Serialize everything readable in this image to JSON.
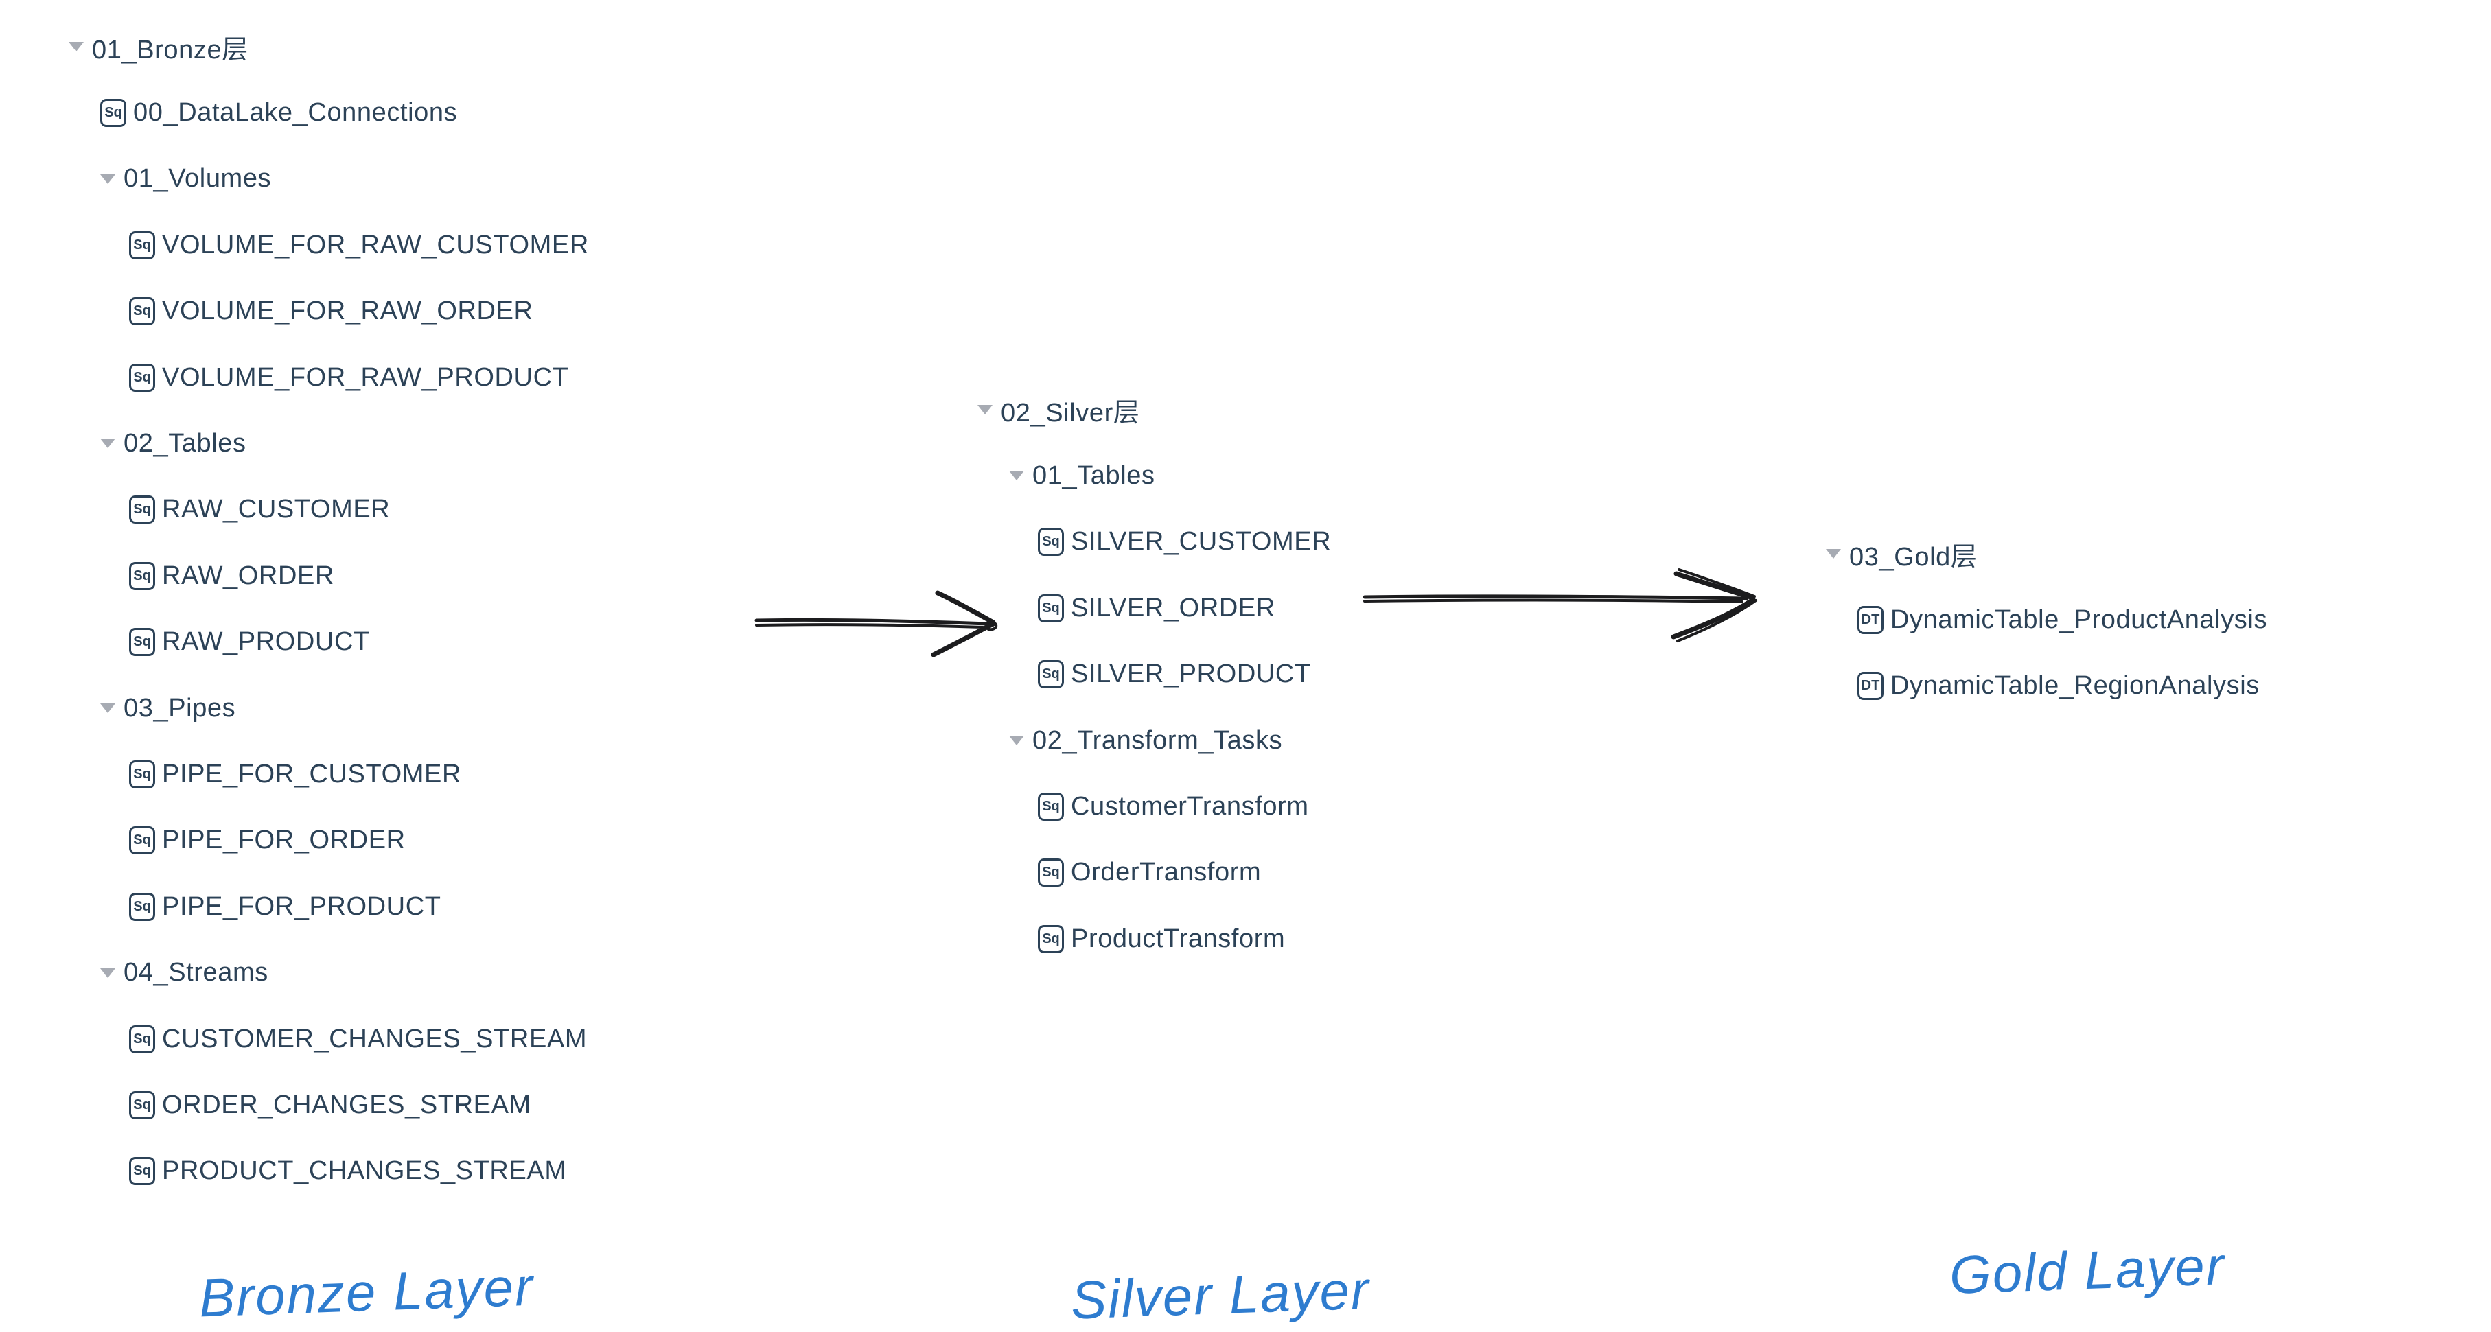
{
  "colors": {
    "background": "#ffffff",
    "tree_text": "#2c4257",
    "icon_outline": "#2c4257",
    "caret_gray": "#a7abb3",
    "arrow_black": "#1c1c1e",
    "label_blue": "#2e7ccf"
  },
  "icons": {
    "sql_badge": "Sq",
    "dynamic_table_badge": "DT",
    "caret": "caret-down"
  },
  "trees": [
    {
      "id": "bronze",
      "rows": [
        {
          "indent": 0,
          "type": "folder",
          "label": "01_Bronze层"
        },
        {
          "indent": 1,
          "type": "item",
          "icon": "sql",
          "label": "00_DataLake_Connections"
        },
        {
          "indent": 1,
          "type": "folder",
          "label": "01_Volumes"
        },
        {
          "indent": 2,
          "type": "item",
          "icon": "sql",
          "label": "VOLUME_FOR_RAW_CUSTOMER"
        },
        {
          "indent": 2,
          "type": "item",
          "icon": "sql",
          "label": "VOLUME_FOR_RAW_ORDER"
        },
        {
          "indent": 2,
          "type": "item",
          "icon": "sql",
          "label": "VOLUME_FOR_RAW_PRODUCT"
        },
        {
          "indent": 1,
          "type": "folder",
          "label": "02_Tables"
        },
        {
          "indent": 2,
          "type": "item",
          "icon": "sql",
          "label": "RAW_CUSTOMER"
        },
        {
          "indent": 2,
          "type": "item",
          "icon": "sql",
          "label": "RAW_ORDER"
        },
        {
          "indent": 2,
          "type": "item",
          "icon": "sql",
          "label": "RAW_PRODUCT"
        },
        {
          "indent": 1,
          "type": "folder",
          "label": "03_Pipes"
        },
        {
          "indent": 2,
          "type": "item",
          "icon": "sql",
          "label": "PIPE_FOR_CUSTOMER"
        },
        {
          "indent": 2,
          "type": "item",
          "icon": "sql",
          "label": "PIPE_FOR_ORDER"
        },
        {
          "indent": 2,
          "type": "item",
          "icon": "sql",
          "label": "PIPE_FOR_PRODUCT"
        },
        {
          "indent": 1,
          "type": "folder",
          "label": "04_Streams"
        },
        {
          "indent": 2,
          "type": "item",
          "icon": "sql",
          "label": "CUSTOMER_CHANGES_STREAM"
        },
        {
          "indent": 2,
          "type": "item",
          "icon": "sql",
          "label": "ORDER_CHANGES_STREAM"
        },
        {
          "indent": 2,
          "type": "item",
          "icon": "sql",
          "label": "PRODUCT_CHANGES_STREAM"
        }
      ]
    },
    {
      "id": "silver",
      "rows": [
        {
          "indent": 0,
          "type": "folder",
          "label": "02_Silver层"
        },
        {
          "indent": 1,
          "type": "folder",
          "label": "01_Tables"
        },
        {
          "indent": 2,
          "type": "item",
          "icon": "sql",
          "label": "SILVER_CUSTOMER"
        },
        {
          "indent": 2,
          "type": "item",
          "icon": "sql",
          "label": "SILVER_ORDER"
        },
        {
          "indent": 2,
          "type": "item",
          "icon": "sql",
          "label": "SILVER_PRODUCT"
        },
        {
          "indent": 1,
          "type": "folder",
          "label": "02_Transform_Tasks"
        },
        {
          "indent": 2,
          "type": "item",
          "icon": "sql",
          "label": "CustomerTransform"
        },
        {
          "indent": 2,
          "type": "item",
          "icon": "sql",
          "label": "OrderTransform"
        },
        {
          "indent": 2,
          "type": "item",
          "icon": "sql",
          "label": "ProductTransform"
        }
      ]
    },
    {
      "id": "gold",
      "rows": [
        {
          "indent": 0,
          "type": "folder",
          "label": "03_Gold层"
        },
        {
          "indent": 1,
          "type": "item",
          "icon": "dynamic_table",
          "label": "DynamicTable_ProductAnalysis"
        },
        {
          "indent": 1,
          "type": "item",
          "icon": "dynamic_table",
          "label": "DynamicTable_RegionAnalysis"
        }
      ]
    }
  ],
  "labels": [
    {
      "text": "Bronze Layer"
    },
    {
      "text": "Silver Layer"
    },
    {
      "text": "Gold Layer"
    }
  ]
}
